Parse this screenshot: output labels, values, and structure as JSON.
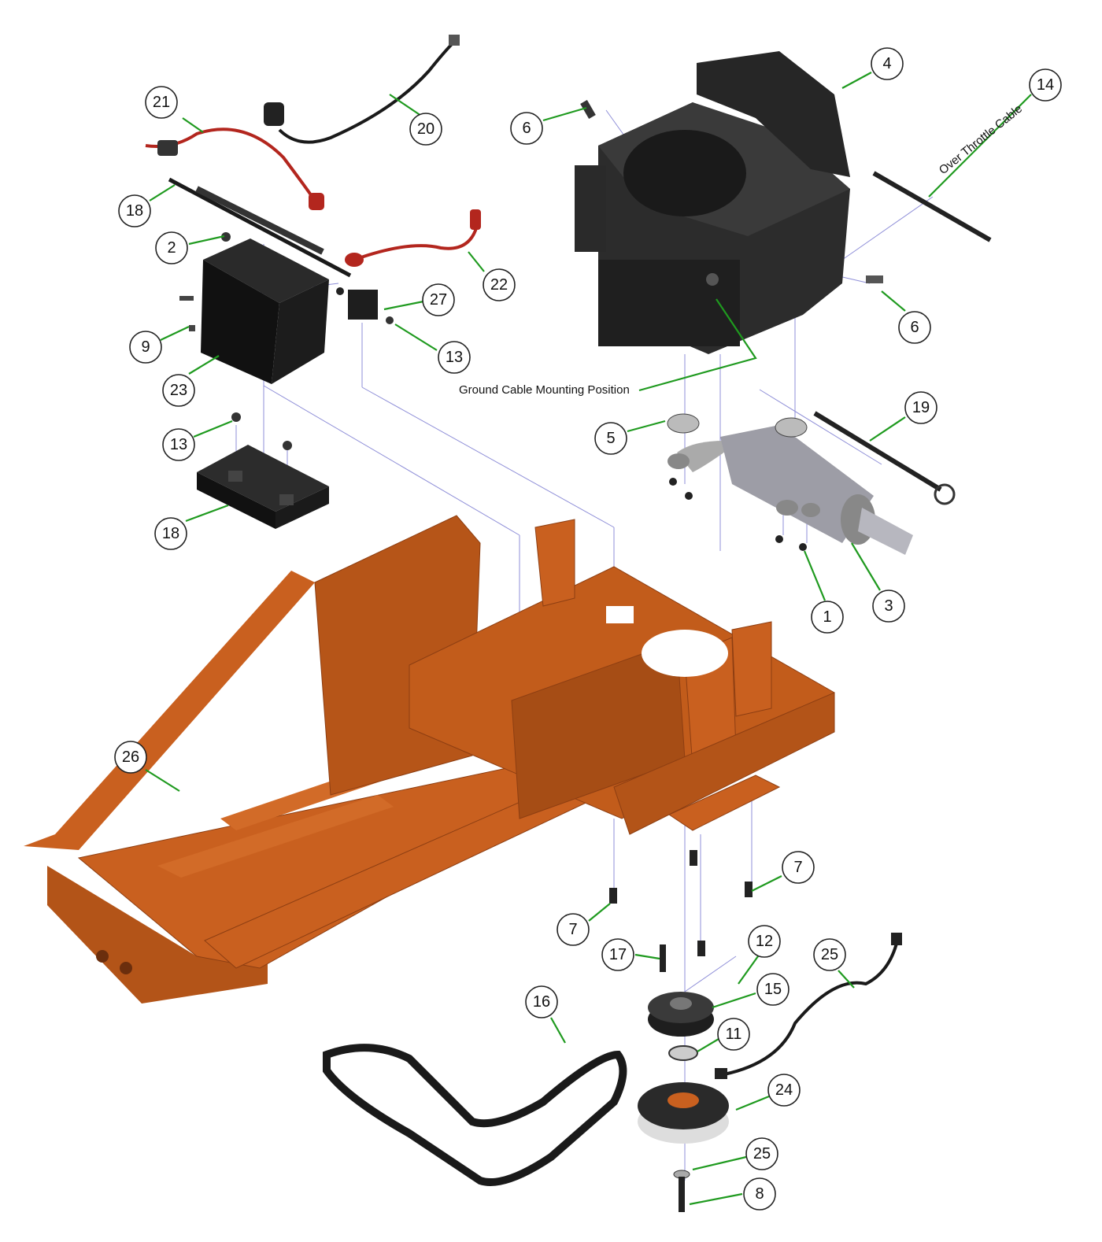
{
  "colors": {
    "frame": "#c9601f",
    "frame_dark": "#8d3e12",
    "engine": "#2b2b2b",
    "muffler": "#9a9aa2",
    "leader": "#1f9a1f",
    "guide": "#8f8fd8",
    "cable_red": "#b3261e"
  },
  "annotations": {
    "ground_cable": "Ground Cable Mounting Position",
    "throttle_cable": "Over Throttle Cable"
  },
  "callouts": [
    {
      "label": "21"
    },
    {
      "label": "20"
    },
    {
      "label": "18"
    },
    {
      "label": "2"
    },
    {
      "label": "22"
    },
    {
      "label": "27"
    },
    {
      "label": "9"
    },
    {
      "label": "13"
    },
    {
      "label": "23"
    },
    {
      "label": "13"
    },
    {
      "label": "18"
    },
    {
      "label": "6"
    },
    {
      "label": "4"
    },
    {
      "label": "14"
    },
    {
      "label": "6"
    },
    {
      "label": "5"
    },
    {
      "label": "19"
    },
    {
      "label": "1"
    },
    {
      "label": "3"
    },
    {
      "label": "26"
    },
    {
      "label": "7"
    },
    {
      "label": "7"
    },
    {
      "label": "17"
    },
    {
      "label": "12"
    },
    {
      "label": "25"
    },
    {
      "label": "15"
    },
    {
      "label": "16"
    },
    {
      "label": "11"
    },
    {
      "label": "24"
    },
    {
      "label": "25"
    },
    {
      "label": "8"
    }
  ]
}
